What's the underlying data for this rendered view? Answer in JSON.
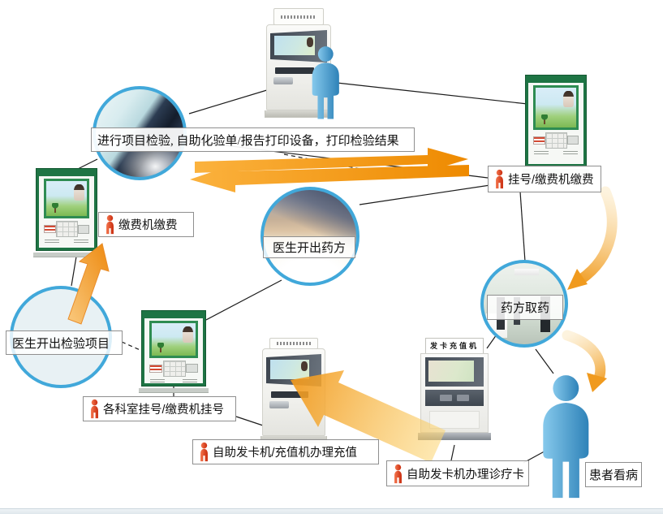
{
  "labels": {
    "lab_process": "进行项目检验, 自助化验单/报告打印设备，打印检验结果",
    "register_pay": "挂号/缴费机缴费",
    "pay_machine": "缴费机缴费",
    "doctor_prescribe": "医生开出药方",
    "pharmacy_pickup": "药方取药",
    "doctor_order_test": "医生开出检验项目",
    "dept_register": "各科室挂号/缴费机挂号",
    "card_recharge": "自助发卡机/充值机办理充值",
    "card_issue": "自助发卡机办理诊疗卡",
    "patient_visit": "患者看病"
  },
  "kiosks": {
    "card_machine_sign": "发卡充值机"
  },
  "colors": {
    "arrow_orange": "#F29B1D",
    "arrow_light": "#FBC963",
    "circle_border": "#41A8DA",
    "kiosk_green": "#1E7444",
    "person_red": "#D93A21",
    "person_blue": "#4FA6D8",
    "label_border": "#8F8F8F"
  }
}
